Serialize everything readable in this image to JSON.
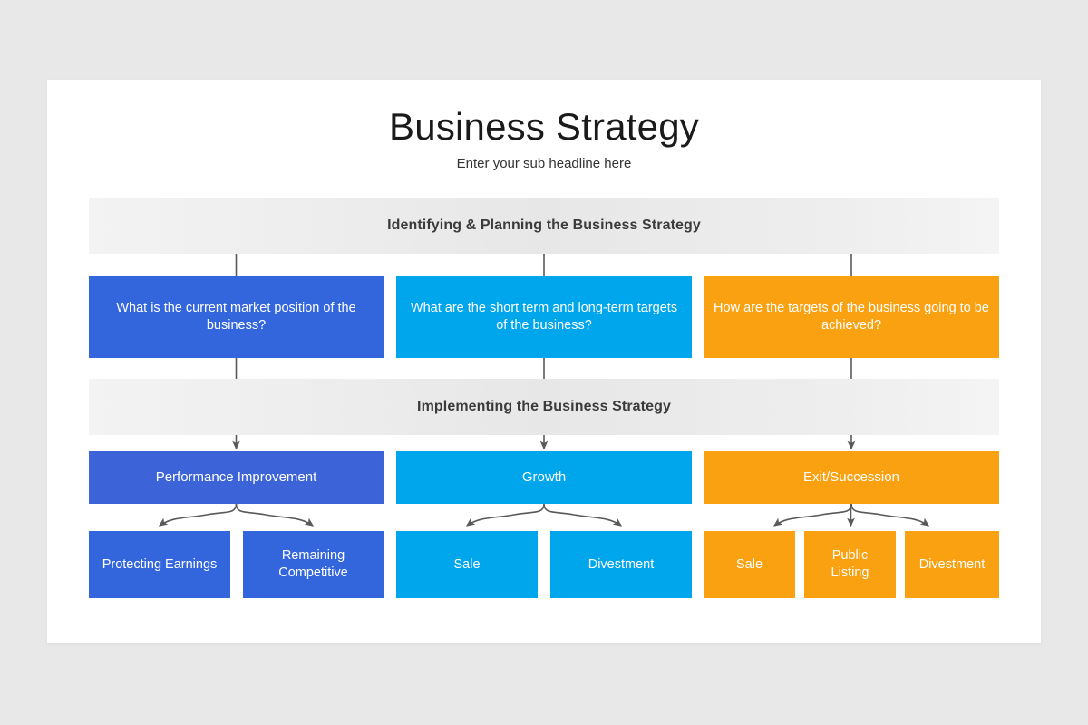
{
  "slide": {
    "title": "Business Strategy",
    "subtitle": "Enter your sub headline here",
    "background_color": "#e8e8e8",
    "card_color": "#ffffff"
  },
  "palette": {
    "blue": "#3366dd",
    "blue_dark": "#3c63d8",
    "cyan": "#00a6ec",
    "orange": "#f9a111",
    "band_gradient_start": "#f3f3f3",
    "band_gradient_mid": "#e7e7e7",
    "band_text": "#3b3b3b",
    "connector": "#595959"
  },
  "bands": [
    {
      "id": "identifying",
      "label": "Identifying & Planning the Business Strategy"
    },
    {
      "id": "implementing",
      "label": "Implementing the Business Strategy"
    }
  ],
  "questions": [
    {
      "label": "What is the current market position of the business?",
      "color": "#3366dd"
    },
    {
      "label": "What are the short term and long-term targets of the business?",
      "color": "#00a6ec"
    },
    {
      "label": "How are the targets of the business going to be achieved?",
      "color": "#f9a111"
    }
  ],
  "categories": [
    {
      "label": "Performance Improvement",
      "color": "#3c63d8"
    },
    {
      "label": "Growth",
      "color": "#00a6ec"
    },
    {
      "label": "Exit/Succession",
      "color": "#f9a111"
    }
  ],
  "leaves": {
    "performance_improvement": [
      {
        "label": "Protecting Earnings"
      },
      {
        "label": "Remaining Competitive"
      }
    ],
    "growth": [
      {
        "label": "Sale"
      },
      {
        "label": "Divestment"
      }
    ],
    "exit_succession": [
      {
        "label": "Sale"
      },
      {
        "label": "Public Listing"
      },
      {
        "label": "Divestment"
      }
    ]
  }
}
